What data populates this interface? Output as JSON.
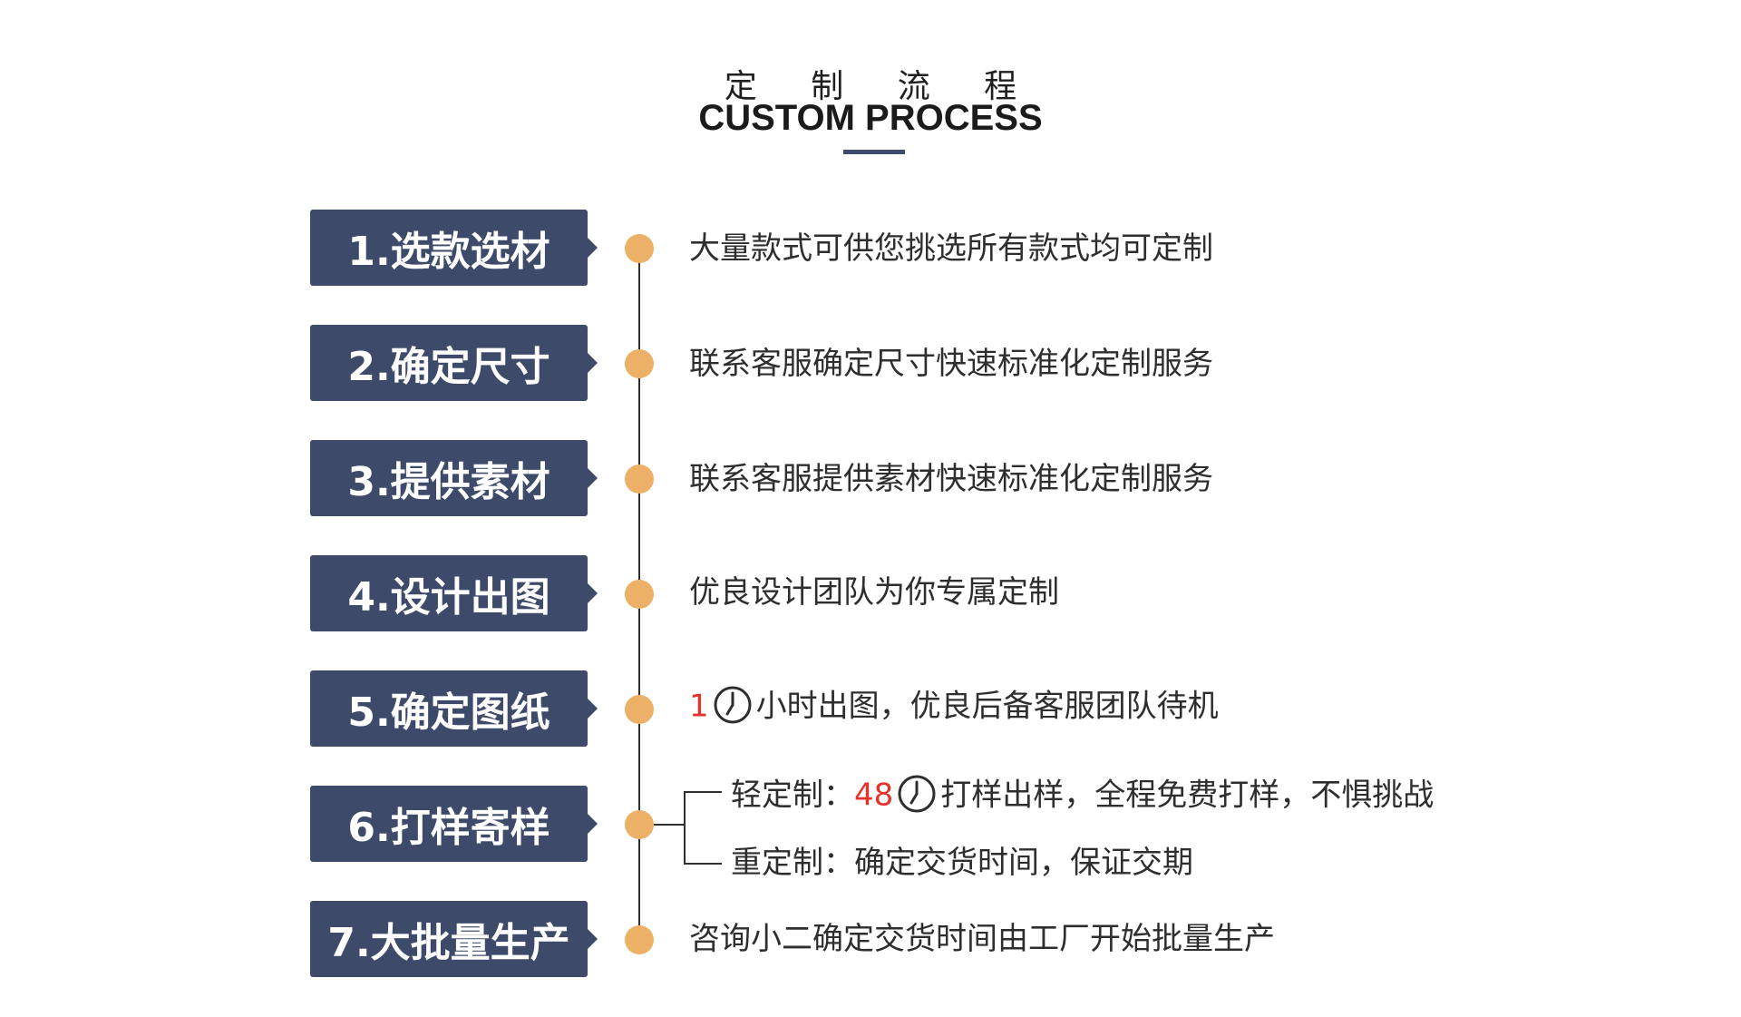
{
  "header": {
    "title_cn": "定 制 流 程",
    "title_en": "CUSTOM PROCESS"
  },
  "colors": {
    "box": "#3d4a6a",
    "dot": "#ecb066",
    "accent_red": "#e5322d"
  },
  "steps": [
    {
      "label": "1.选款选材",
      "desc": "大量款式可供您挑选所有款式均可定制"
    },
    {
      "label": "2.确定尺寸",
      "desc": "联系客服确定尺寸快速标准化定制服务"
    },
    {
      "label": "3.提供素材",
      "desc": "联系客服提供素材快速标准化定制服务"
    },
    {
      "label": "4.设计出图",
      "desc": "优良设计团队为你专属定制"
    },
    {
      "label": "5.确定图纸",
      "desc_num": "1",
      "desc_rest": "小时出图，优良后备客服团队待机"
    },
    {
      "label": "6.打样寄样",
      "light_prefix": "轻定制：",
      "light_num": "48",
      "light_rest": "打样出样，全程免费打样，不惧挑战",
      "heavy": "重定制：确定交货时间，保证交期"
    },
    {
      "label": "7.大批量生产",
      "desc": "咨询小二确定交货时间由工厂开始批量生产"
    }
  ],
  "icons": {
    "clock": "clock-icon"
  }
}
